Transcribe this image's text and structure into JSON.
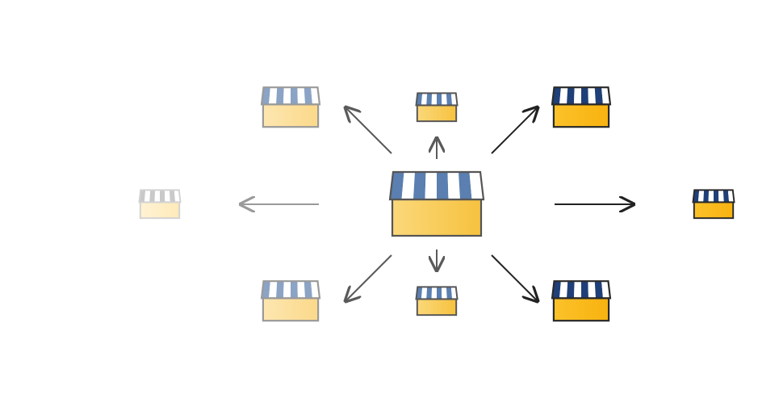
{
  "diagram": {
    "description_visible_text": "",
    "palette": {
      "awning_blue": "#5a7fb0",
      "awning_blue_dark": "#1f3f78",
      "awning_white": "#ffffff",
      "box_yellow_light": "#ffe7a6",
      "box_yellow_mid": "#f9d36b",
      "box_yellow_strong": "#f8b81a",
      "outline": "#3f3f3f",
      "arrow_dark": "#222222",
      "arrow_mid": "#5a5a5a",
      "arrow_light": "#9a9a9a",
      "faded_gray": "#cfcfcf"
    },
    "nodes": [
      {
        "id": "center-store",
        "icon": "storefront-icon",
        "tone": "mid"
      },
      {
        "id": "left-store",
        "icon": "storefront-icon",
        "tone": "very-faded"
      },
      {
        "id": "top-left-store",
        "icon": "storefront-icon",
        "tone": "faded"
      },
      {
        "id": "top-store",
        "icon": "storefront-icon",
        "tone": "mid"
      },
      {
        "id": "top-right-store",
        "icon": "storefront-icon",
        "tone": "strong"
      },
      {
        "id": "right-store",
        "icon": "storefront-icon",
        "tone": "strong"
      },
      {
        "id": "bottom-left-store",
        "icon": "storefront-icon",
        "tone": "faded"
      },
      {
        "id": "bottom-store",
        "icon": "storefront-icon",
        "tone": "mid"
      },
      {
        "id": "bottom-right-store",
        "icon": "storefront-icon",
        "tone": "strong"
      }
    ],
    "edges": [
      {
        "from": "center-store",
        "to": "left-store",
        "tone": "light"
      },
      {
        "from": "center-store",
        "to": "top-left-store",
        "tone": "mid"
      },
      {
        "from": "center-store",
        "to": "top-store",
        "tone": "mid"
      },
      {
        "from": "center-store",
        "to": "top-right-store",
        "tone": "dark"
      },
      {
        "from": "center-store",
        "to": "right-store",
        "tone": "dark"
      },
      {
        "from": "center-store",
        "to": "bottom-left-store",
        "tone": "mid"
      },
      {
        "from": "center-store",
        "to": "bottom-store",
        "tone": "mid"
      },
      {
        "from": "center-store",
        "to": "bottom-right-store",
        "tone": "dark"
      }
    ]
  }
}
